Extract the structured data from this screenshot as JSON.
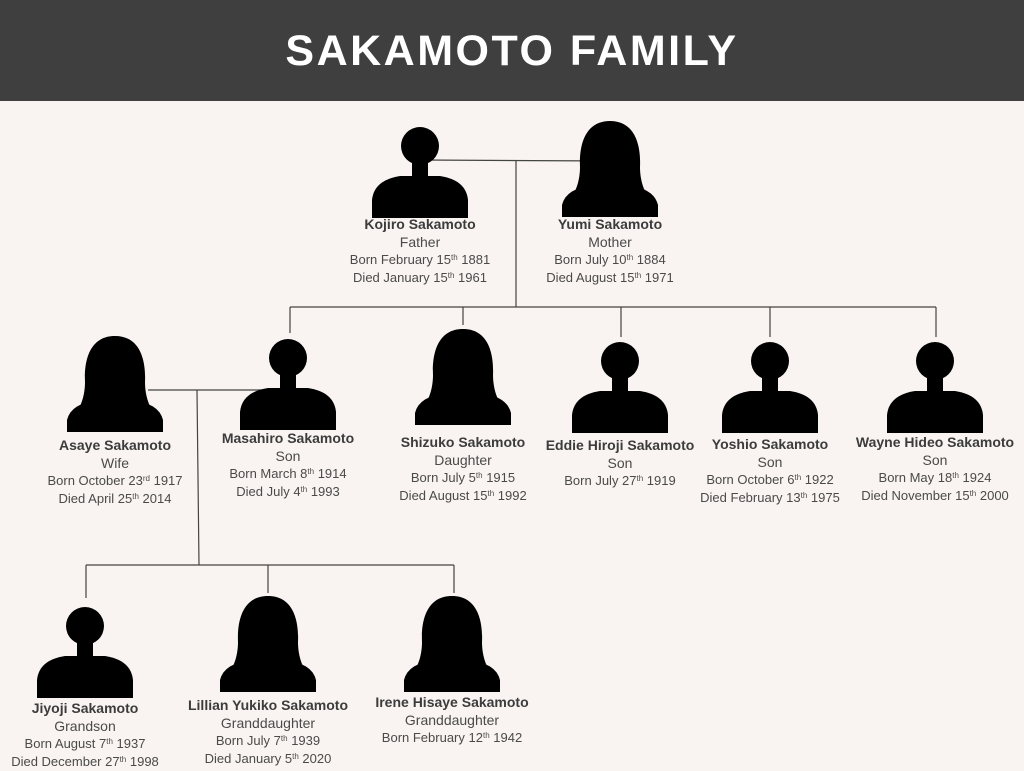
{
  "title": "SAKAMOTO FAMILY",
  "colors": {
    "header": "#3f3f3f",
    "background": "#f9f4f1",
    "silhouette": "#000000",
    "line": "#444444"
  },
  "people": [
    {
      "id": "kojiro",
      "name": "Kojiro Sakamoto",
      "role": "Father",
      "gender": "male",
      "born": {
        "pre": "Born February 15",
        "sup": "th",
        "post": " 1881"
      },
      "died": {
        "pre": "Died January 15",
        "sup": "th",
        "post": " 1961"
      }
    },
    {
      "id": "yumi",
      "name": "Yumi Sakamoto",
      "role": "Mother",
      "gender": "female",
      "born": {
        "pre": "Born July 10",
        "sup": "th",
        "post": " 1884"
      },
      "died": {
        "pre": "Died August 15",
        "sup": "th",
        "post": " 1971"
      }
    },
    {
      "id": "asaye",
      "name": "Asaye Sakamoto",
      "role": "Wife",
      "gender": "female",
      "born": {
        "pre": "Born October 23",
        "sup": "rd",
        "post": " 1917"
      },
      "died": {
        "pre": "Died April 25",
        "sup": "th",
        "post": " 2014"
      }
    },
    {
      "id": "masahiro",
      "name": "Masahiro Sakamoto",
      "role": "Son",
      "gender": "male",
      "born": {
        "pre": "Born March 8",
        "sup": "th",
        "post": " 1914"
      },
      "died": {
        "pre": "Died July 4",
        "sup": "th",
        "post": " 1993"
      }
    },
    {
      "id": "shizuko",
      "name": "Shizuko Sakamoto",
      "role": "Daughter",
      "gender": "female",
      "born": {
        "pre": "Born July 5",
        "sup": "th",
        "post": " 1915"
      },
      "died": {
        "pre": "Died August 15",
        "sup": "th",
        "post": " 1992"
      }
    },
    {
      "id": "eddie",
      "name": "Eddie Hiroji Sakamoto",
      "role": "Son",
      "gender": "male",
      "born": {
        "pre": "Born July 27",
        "sup": "th",
        "post": " 1919"
      },
      "died": null
    },
    {
      "id": "yoshio",
      "name": "Yoshio Sakamoto",
      "role": "Son",
      "gender": "male",
      "born": {
        "pre": "Born October 6",
        "sup": "th",
        "post": " 1922"
      },
      "died": {
        "pre": "Died February 13",
        "sup": "th",
        "post": " 1975"
      }
    },
    {
      "id": "wayne",
      "name": "Wayne Hideo Sakamoto",
      "role": "Son",
      "gender": "male",
      "born": {
        "pre": "Born May 18",
        "sup": "th",
        "post": " 1924"
      },
      "died": {
        "pre": "Died November 15",
        "sup": "th",
        "post": " 2000"
      }
    },
    {
      "id": "jiyoji",
      "name": "Jiyoji Sakamoto",
      "role": "Grandson",
      "gender": "male",
      "born": {
        "pre": "Born August 7",
        "sup": "th",
        "post": " 1937"
      },
      "died": {
        "pre": "Died December 27",
        "sup": "th",
        "post": " 1998"
      }
    },
    {
      "id": "lillian",
      "name": "Lillian Yukiko Sakamoto",
      "role": "Granddaughter",
      "gender": "female",
      "born": {
        "pre": "Born July 7",
        "sup": "th",
        "post": " 1939"
      },
      "died": {
        "pre": "Died January 5",
        "sup": "th",
        "post": " 2020"
      }
    },
    {
      "id": "irene",
      "name": "Irene Hisaye Sakamoto",
      "role": "Granddaughter",
      "gender": "female",
      "born": {
        "pre": "Born February 12",
        "sup": "th",
        "post": " 1942"
      },
      "died": null
    }
  ]
}
